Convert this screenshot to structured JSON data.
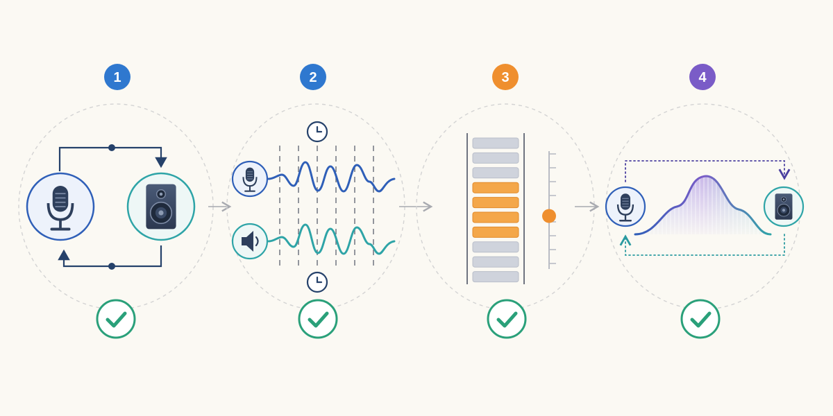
{
  "steps": [
    {
      "number": "1",
      "badge_color": "#2f78cf",
      "status": "complete"
    },
    {
      "number": "2",
      "badge_color": "#2f78cf",
      "status": "complete"
    },
    {
      "number": "3",
      "badge_color": "#ef8f2e",
      "status": "complete"
    },
    {
      "number": "4",
      "badge_color": "#7a5cc7",
      "status": "complete"
    }
  ],
  "colors": {
    "navy": "#25416a",
    "teal": "#2ea4a7",
    "blue": "#2f78cf",
    "orange": "#f4a74a",
    "gray_bar": "#cfd3dc",
    "check": "#2aa07a",
    "purple": "#7a5cc7"
  },
  "icons": [
    "microphone-icon",
    "speaker-icon",
    "clock-icon",
    "volume-icon",
    "check-icon"
  ],
  "buffer": {
    "total_slots": 10,
    "highlighted_slots": [
      3,
      4,
      5,
      6
    ],
    "level_fraction": 0.45
  }
}
